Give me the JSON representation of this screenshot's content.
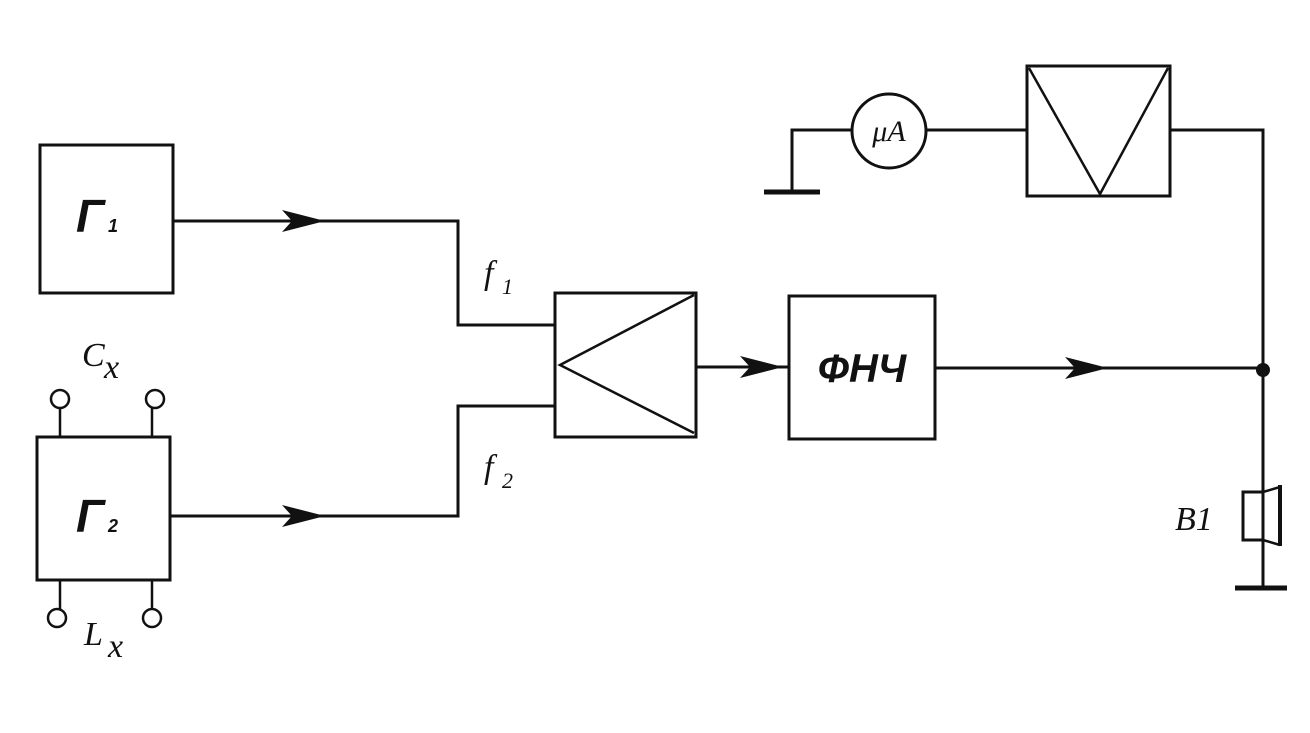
{
  "generator1": {
    "label": "Г",
    "sub": "1"
  },
  "generator2": {
    "label": "Г",
    "sub": "2"
  },
  "terminals": {
    "cx": {
      "main": "C",
      "sub": "x"
    },
    "lx": {
      "main": "L",
      "sub": "x"
    }
  },
  "signals": {
    "f1": {
      "main": "f",
      "sub": "1"
    },
    "f2": {
      "main": "f",
      "sub": "2"
    }
  },
  "filter": {
    "label": "ФНЧ"
  },
  "meter": {
    "label": "μA"
  },
  "speaker": {
    "label": "B1"
  }
}
